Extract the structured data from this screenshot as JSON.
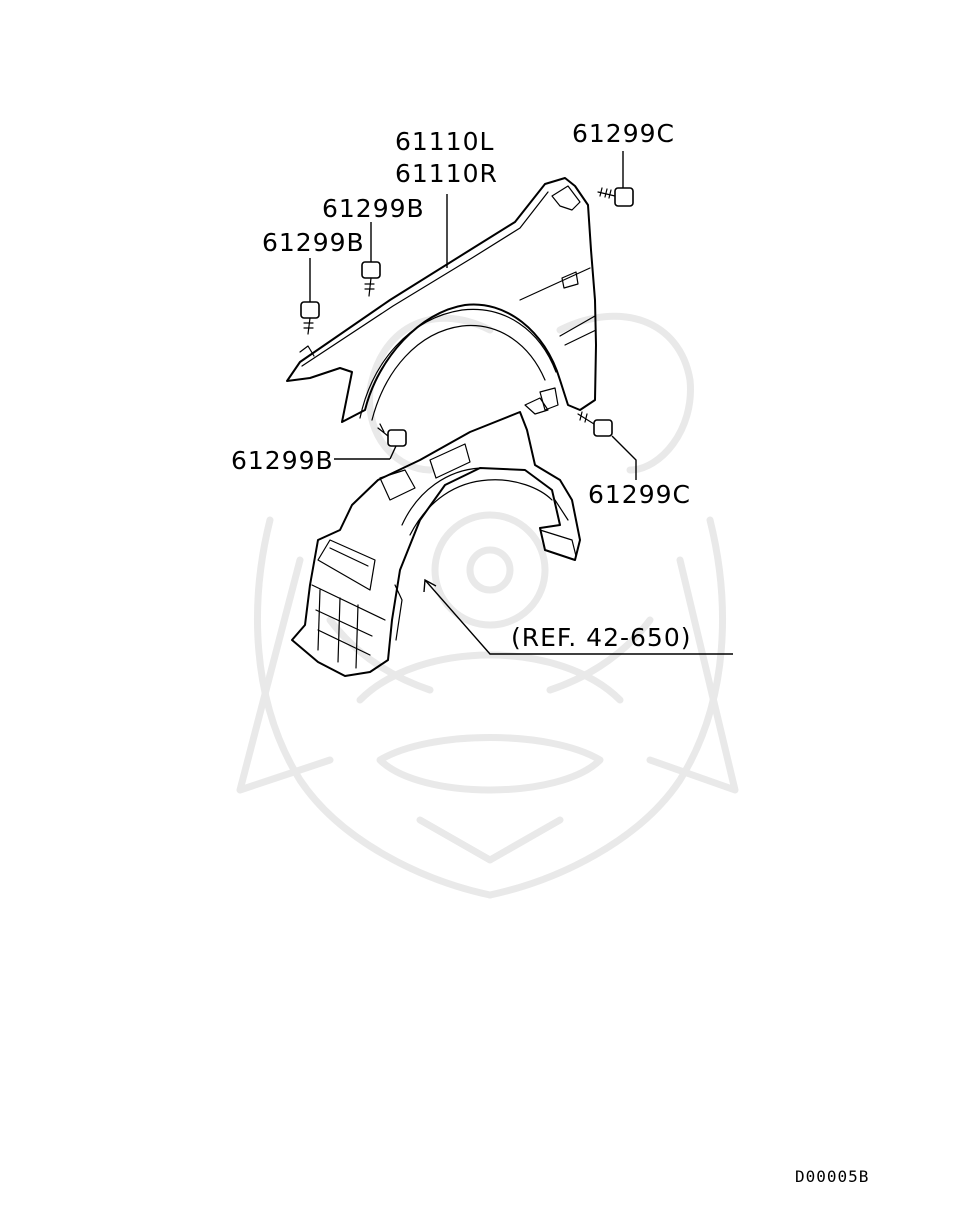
{
  "labels": {
    "fender_left": "61110L",
    "fender_right": "61110R",
    "screw_c_top": "61299C",
    "screw_b_upper": "61299B",
    "screw_b_left": "61299B",
    "screw_b_lower": "61299B",
    "screw_c_lower": "61299C",
    "reference": "(REF. 42-650)"
  },
  "diagram_code": "D00005B",
  "colors": {
    "line": "#000000",
    "watermark": "#e9e9e9",
    "background": "#ffffff"
  }
}
